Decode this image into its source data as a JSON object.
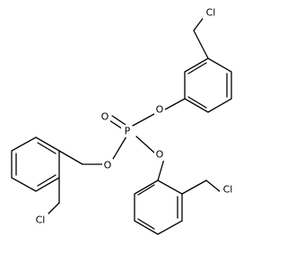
{
  "molecule": {
    "atoms": {
      "P": "P",
      "O_double": "O",
      "O_upper_right": "O",
      "O_lower_left": "O",
      "O_lower_right": "O",
      "Cl_top": "Cl",
      "Cl_bottom_left": "Cl",
      "Cl_bottom_right": "Cl"
    }
  }
}
